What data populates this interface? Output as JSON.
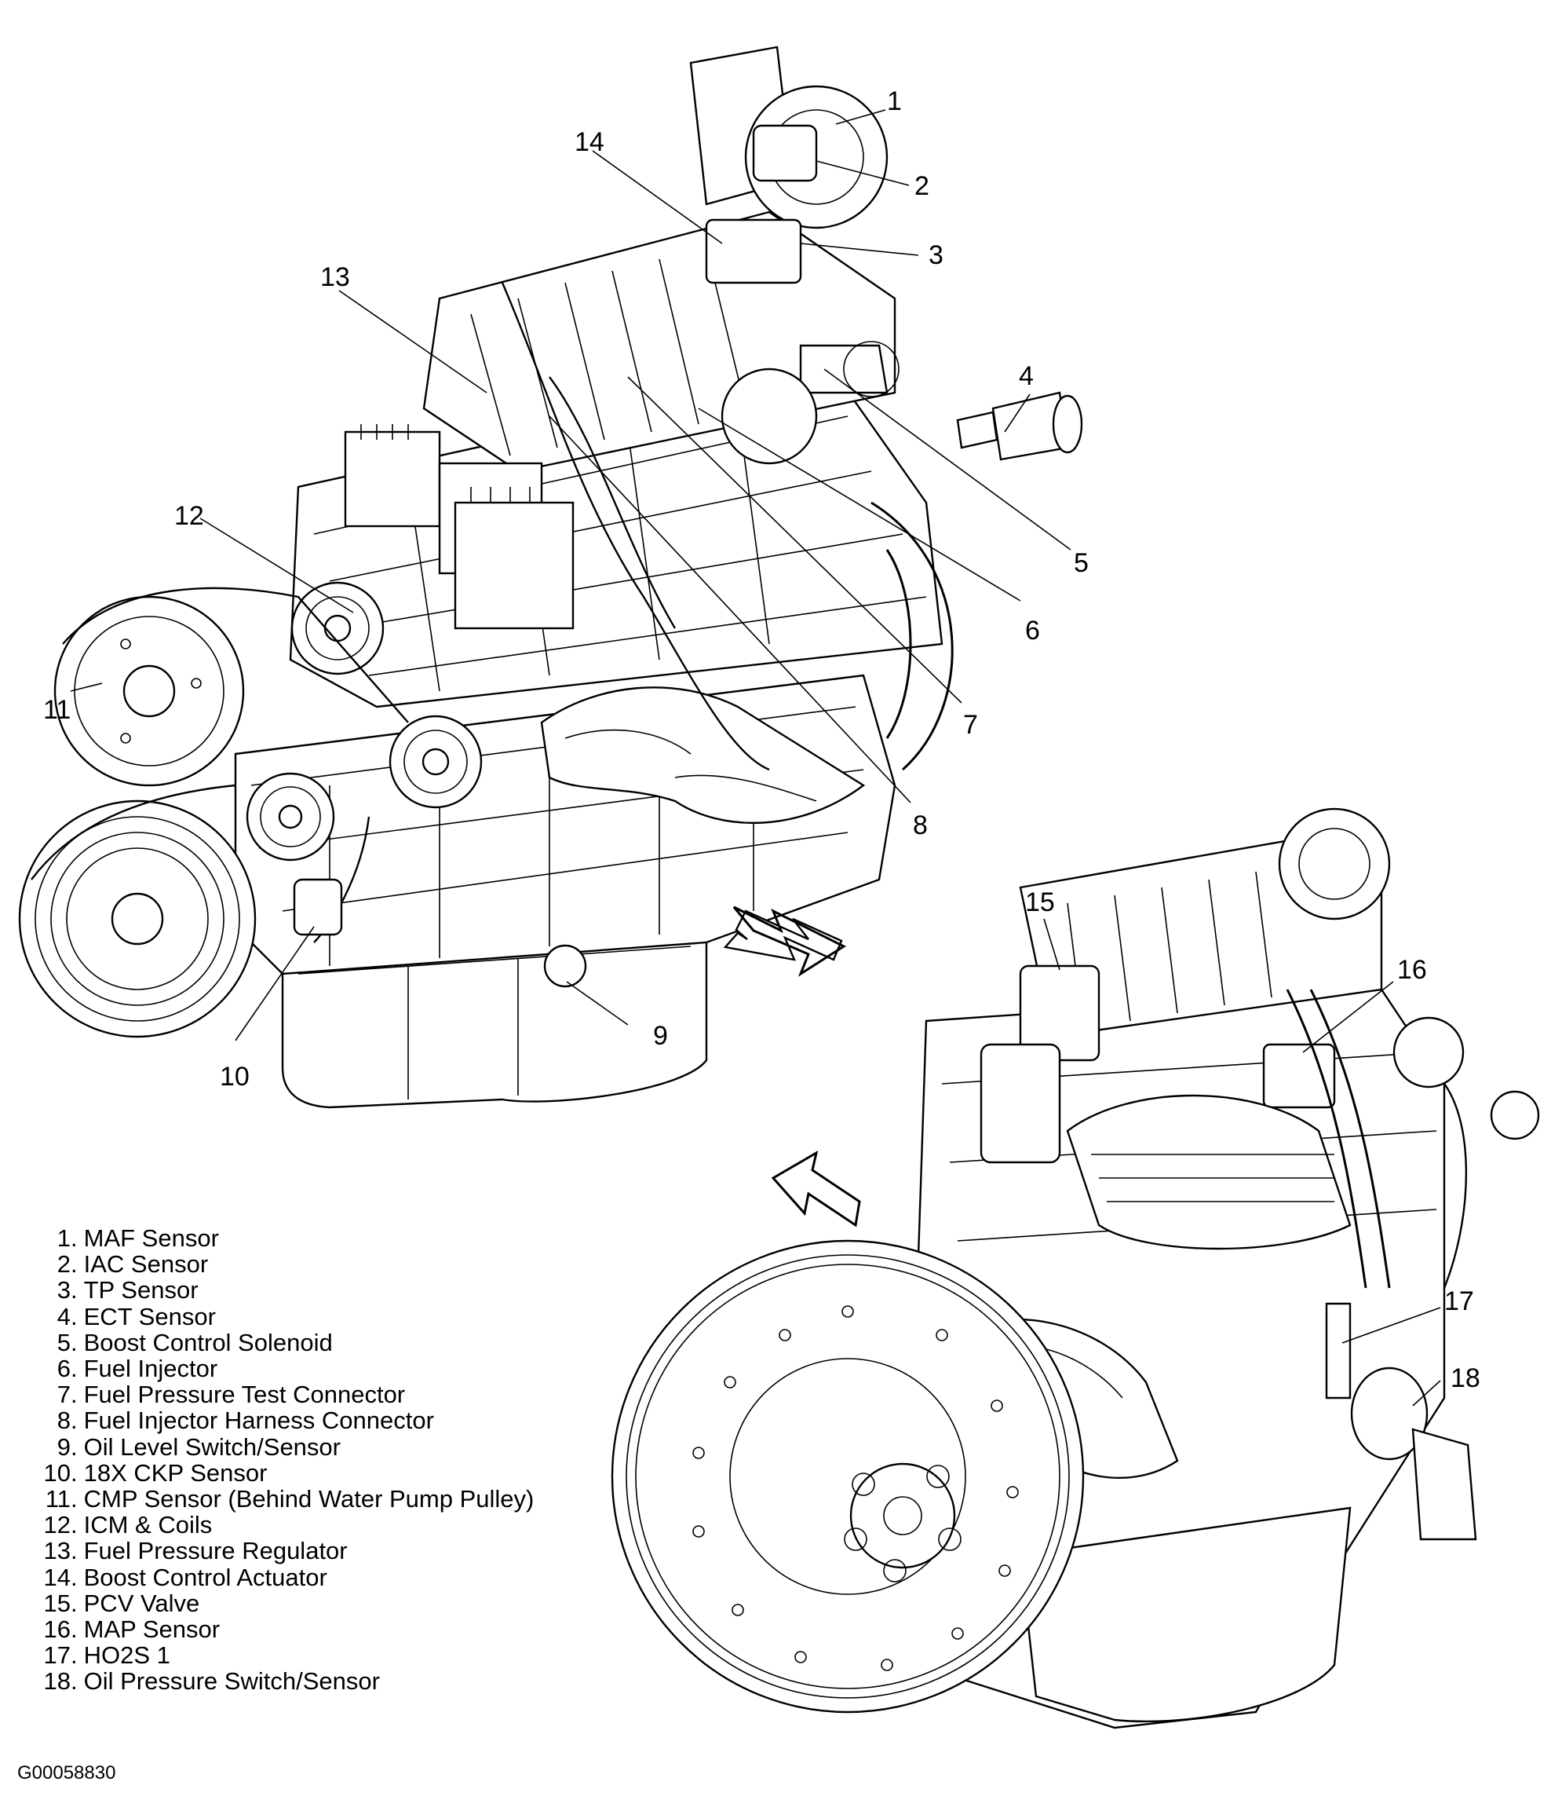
{
  "callouts": [
    {
      "number": "1",
      "label": "MAF Sensor"
    },
    {
      "number": "2",
      "label": "IAC Sensor"
    },
    {
      "number": "3",
      "label": "TP Sensor"
    },
    {
      "number": "4",
      "label": "ECT Sensor"
    },
    {
      "number": "5",
      "label": "Boost Control Solenoid"
    },
    {
      "number": "6",
      "label": "Fuel Injector"
    },
    {
      "number": "7",
      "label": "Fuel Pressure Test Connector"
    },
    {
      "number": "8",
      "label": "Fuel Injector Harness Connector"
    },
    {
      "number": "9",
      "label": "Oil Level Switch/Sensor"
    },
    {
      "number": "10",
      "label": "18X CKP Sensor"
    },
    {
      "number": "11",
      "label": "CMP Sensor (Behind Water Pump Pulley)"
    },
    {
      "number": "12",
      "label": "ICM & Coils"
    },
    {
      "number": "13",
      "label": "Fuel Pressure Regulator"
    },
    {
      "number": "14",
      "label": "Boost Control Actuator"
    },
    {
      "number": "15",
      "label": "PCV Valve"
    },
    {
      "number": "16",
      "label": "MAP Sensor"
    },
    {
      "number": "17",
      "label": "HO2S 1"
    },
    {
      "number": "18",
      "label": "Oil Pressure Switch/Sensor"
    }
  ],
  "figure_id": "G00058830",
  "colors": {
    "ink": "#000000",
    "paper": "#ffffff"
  }
}
